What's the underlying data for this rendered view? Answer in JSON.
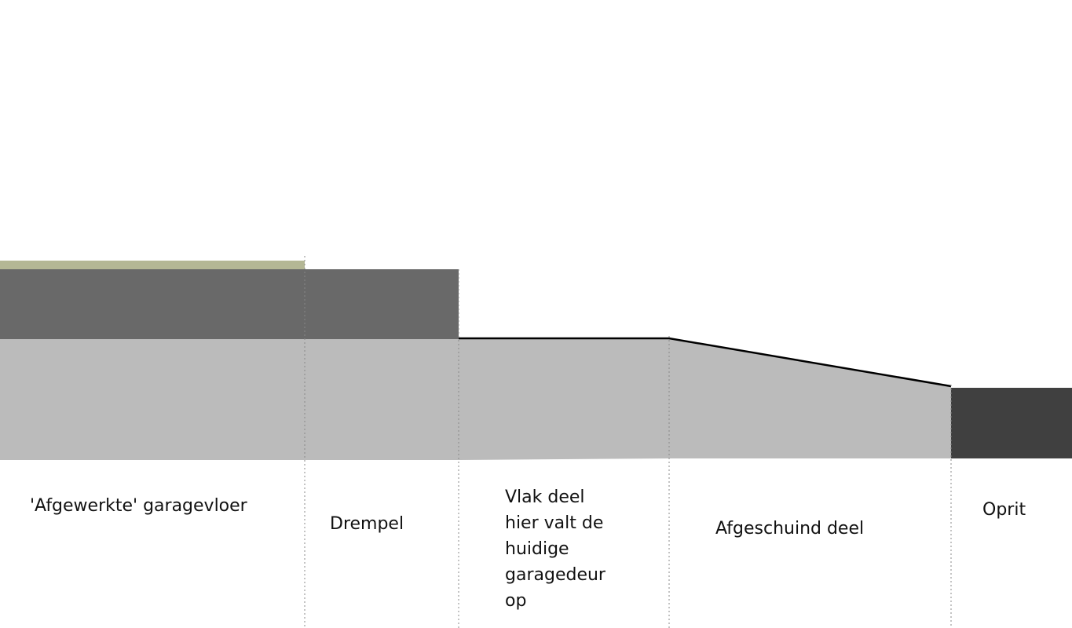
{
  "colors": {
    "finish_layer": "#b4b795",
    "screed_dark": "#696969",
    "base_light": "#bbbbbb",
    "driveway": "#404040",
    "outline": "#000000",
    "divider": "#888888"
  },
  "labels": {
    "floor": "'Afgewerkte' garagevloer",
    "threshold": "Drempel",
    "flat_lines": [
      "Vlak deel",
      "hier valt de",
      "huidige",
      "garagedeur",
      "op"
    ],
    "slope": "Afgeschuind deel",
    "driveway": "Oprit"
  }
}
